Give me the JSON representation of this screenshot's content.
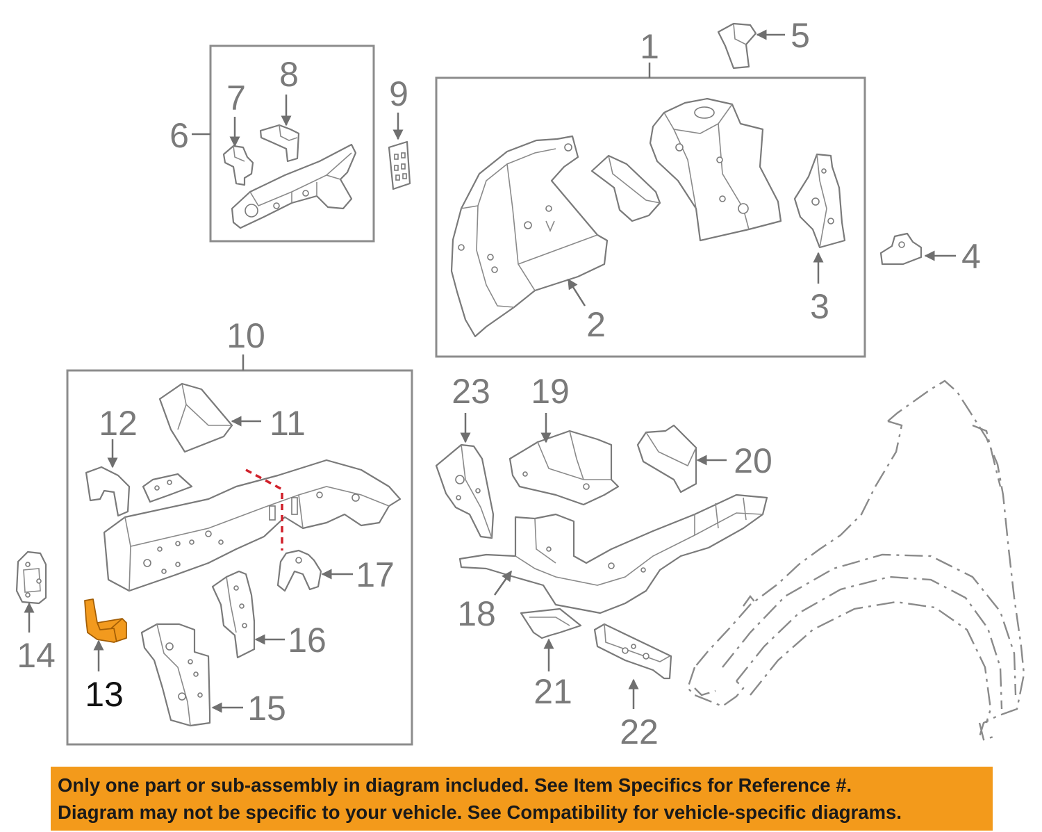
{
  "diagram": {
    "highlighted_callout": "13",
    "colors": {
      "highlight_part": "#f29a1e",
      "section_cut_line": "#d0202a",
      "disclaimer_background": "#f39a1b",
      "line_art": "#7a7a7a"
    },
    "callouts": {
      "c1": "1",
      "c2": "2",
      "c3": "3",
      "c4": "4",
      "c5": "5",
      "c6": "6",
      "c7": "7",
      "c8": "8",
      "c9": "9",
      "c10": "10",
      "c11": "11",
      "c12": "12",
      "c13": "13",
      "c14": "14",
      "c15": "15",
      "c16": "16",
      "c17": "17",
      "c18": "18",
      "c19": "19",
      "c20": "20",
      "c21": "21",
      "c22": "22",
      "c23": "23"
    }
  },
  "disclaimer": {
    "line1": "Only one part or sub-assembly in diagram included. See Item Specifics for Reference #.",
    "line2": "Diagram may not be specific to your vehicle. See Compatibility for vehicle-specific diagrams."
  }
}
